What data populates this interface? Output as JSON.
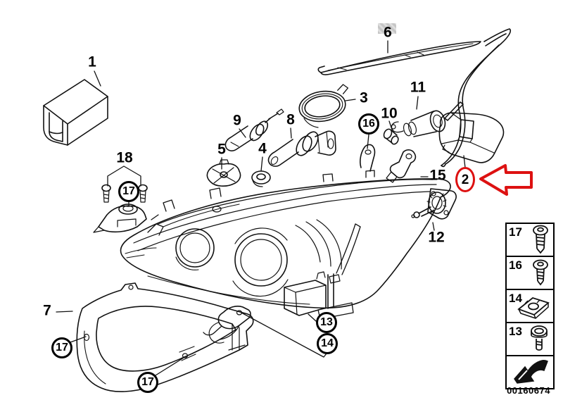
{
  "diagram": {
    "code": "00160674",
    "line_color": "#111111",
    "highlight_color": "#dd1111",
    "subject": "headlight-exploded-parts-diagram"
  },
  "callouts": [
    {
      "text": "1",
      "style": "plain"
    },
    {
      "text": "6",
      "style": "plain"
    },
    {
      "text": "3",
      "style": "plain"
    },
    {
      "text": "9",
      "style": "plain"
    },
    {
      "text": "8",
      "style": "plain"
    },
    {
      "text": "11",
      "style": "plain"
    },
    {
      "text": "10",
      "style": "plain"
    },
    {
      "text": "5",
      "style": "plain"
    },
    {
      "text": "4",
      "style": "plain"
    },
    {
      "text": "18",
      "style": "plain"
    },
    {
      "text": "15",
      "style": "plain"
    },
    {
      "text": "12",
      "style": "plain"
    },
    {
      "text": "7",
      "style": "plain"
    },
    {
      "text": "16",
      "style": "circled"
    },
    {
      "text": "17",
      "style": "circled"
    },
    {
      "text": "17",
      "style": "circled"
    },
    {
      "text": "17",
      "style": "circled"
    },
    {
      "text": "13",
      "style": "circled"
    },
    {
      "text": "14",
      "style": "circled"
    },
    {
      "text": "2",
      "style": "circled-red"
    }
  ],
  "sidebar": {
    "rows": [
      {
        "label": "17",
        "icon": "screw-long-icon"
      },
      {
        "label": "16",
        "icon": "screw-short-icon"
      },
      {
        "label": "14",
        "icon": "clip-nut-icon"
      },
      {
        "label": "13",
        "icon": "nut-stud-icon"
      },
      {
        "label": "",
        "icon": "direction-arrow-icon"
      }
    ]
  }
}
